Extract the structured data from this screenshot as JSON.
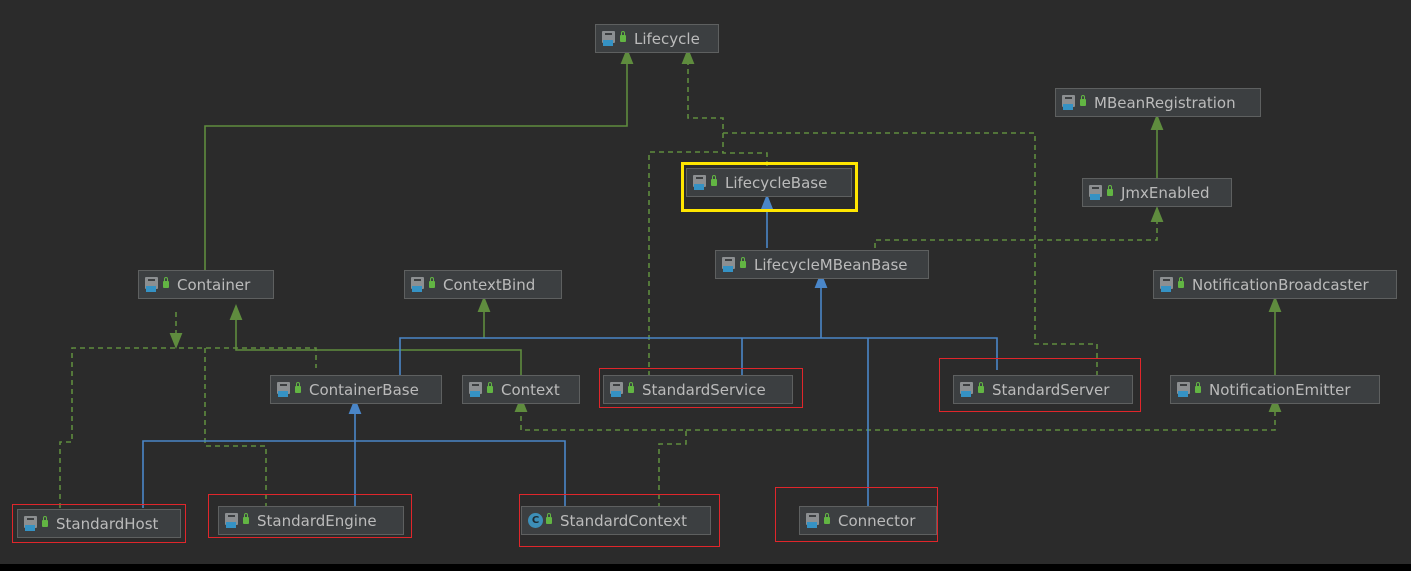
{
  "diagram": {
    "nodes": [
      {
        "id": "lifecycle",
        "label": "Lifecycle",
        "kind": "interface"
      },
      {
        "id": "mbeanreg",
        "label": "MBeanRegistration",
        "kind": "interface"
      },
      {
        "id": "lifecyclebase",
        "label": "LifecycleBase",
        "kind": "interface"
      },
      {
        "id": "jmxenabled",
        "label": "JmxEnabled",
        "kind": "interface"
      },
      {
        "id": "container",
        "label": "Container",
        "kind": "interface"
      },
      {
        "id": "contextbind",
        "label": "ContextBind",
        "kind": "interface"
      },
      {
        "id": "lifecyclembeanbase",
        "label": "LifecycleMBeanBase",
        "kind": "interface"
      },
      {
        "id": "notifbroadcaster",
        "label": "NotificationBroadcaster",
        "kind": "interface"
      },
      {
        "id": "containerbase",
        "label": "ContainerBase",
        "kind": "interface"
      },
      {
        "id": "context",
        "label": "Context",
        "kind": "interface"
      },
      {
        "id": "standardservice",
        "label": "StandardService",
        "kind": "interface"
      },
      {
        "id": "standardserver",
        "label": "StandardServer",
        "kind": "interface"
      },
      {
        "id": "notifemitter",
        "label": "NotificationEmitter",
        "kind": "interface"
      },
      {
        "id": "standardhost",
        "label": "StandardHost",
        "kind": "interface"
      },
      {
        "id": "standardengine",
        "label": "StandardEngine",
        "kind": "interface"
      },
      {
        "id": "standardcontext",
        "label": "StandardContext",
        "kind": "class"
      },
      {
        "id": "connector",
        "label": "Connector",
        "kind": "interface"
      }
    ],
    "highlight_colors": {
      "red": "#e0262b",
      "yellow": "#ffe600"
    },
    "edge_colors": {
      "implements": "#5f8c3e",
      "extends": "#4a86c8"
    }
  }
}
